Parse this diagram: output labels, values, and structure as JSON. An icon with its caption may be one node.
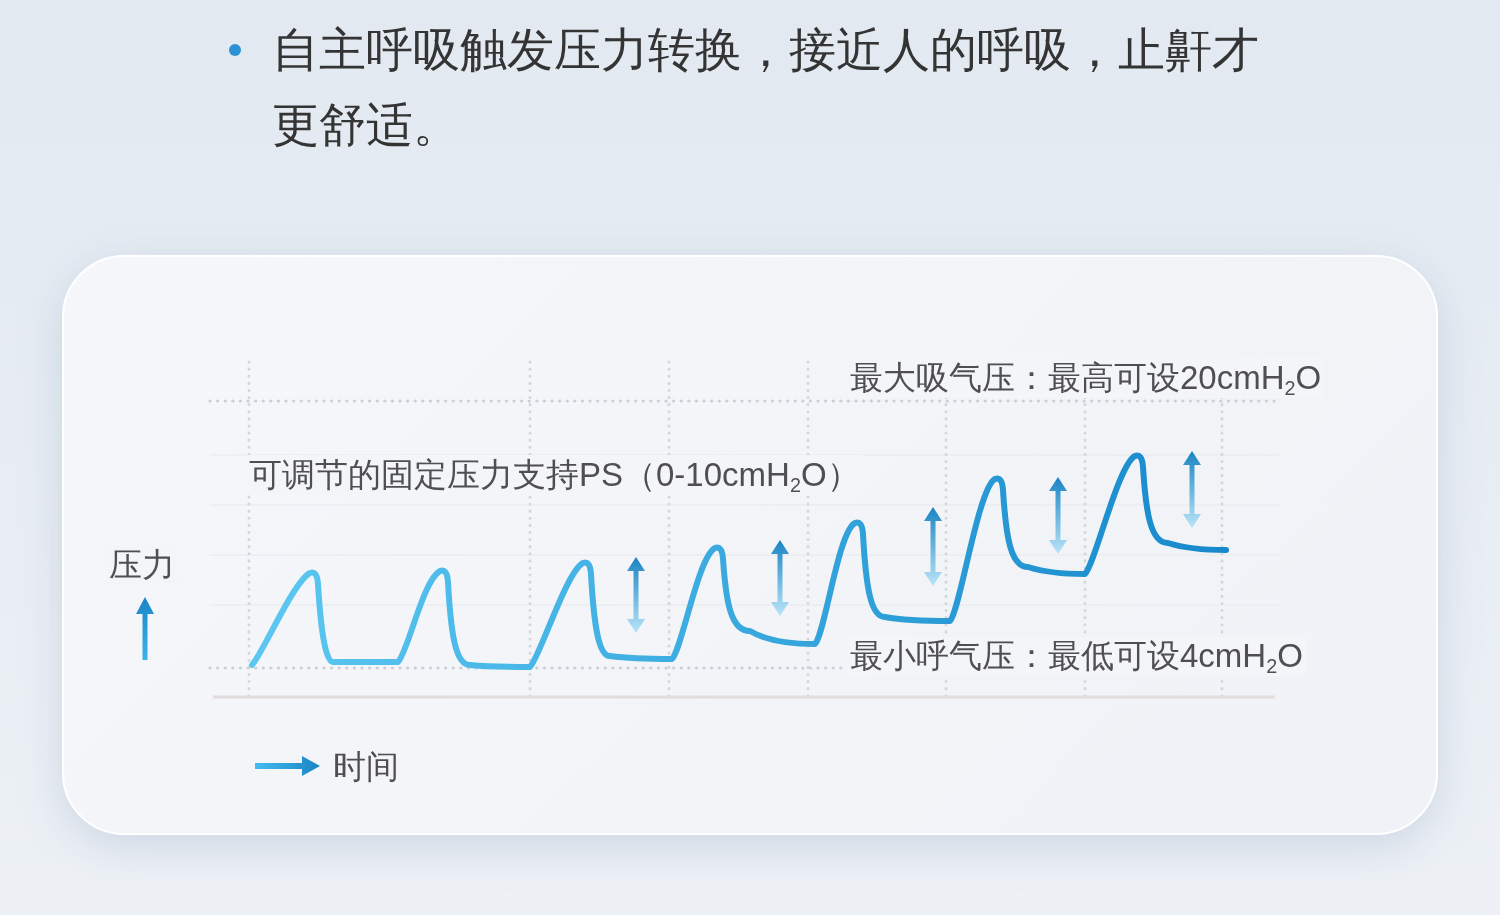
{
  "diagram": {
    "labels": [
      "自主呼吸触发压力转换，接近人的呼吸，止鼾才更舒适。",
      "最大吸气压：最高可设20cmH$_{2}$O",
      "可调节的固定压力支持PS（0-10cmH$_{2}$O）",
      "压力",
      "最小呼气压：最低可设4cmH$_{2}$O",
      "时间"
    ]
  }
}
